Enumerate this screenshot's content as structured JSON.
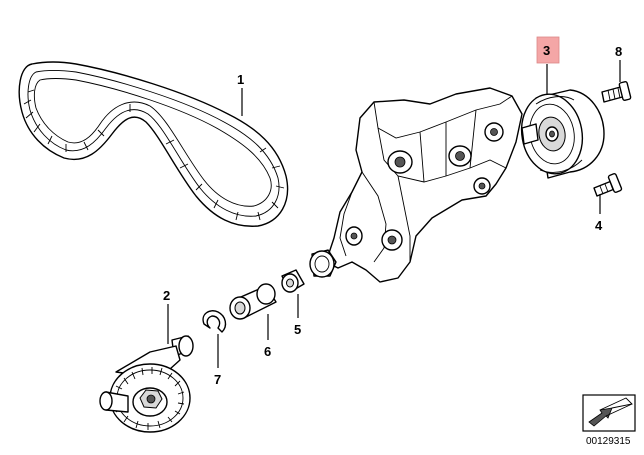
{
  "diagram": {
    "diagram_number": "00129315",
    "highlight_color": "#f4a6a6",
    "callouts": [
      {
        "id": "1",
        "label": "1"
      },
      {
        "id": "2",
        "label": "2"
      },
      {
        "id": "3",
        "label": "3",
        "highlighted": true
      },
      {
        "id": "4",
        "label": "4"
      },
      {
        "id": "5",
        "label": "5"
      },
      {
        "id": "6",
        "label": "6"
      },
      {
        "id": "7",
        "label": "7"
      },
      {
        "id": "8",
        "label": "8"
      }
    ]
  }
}
